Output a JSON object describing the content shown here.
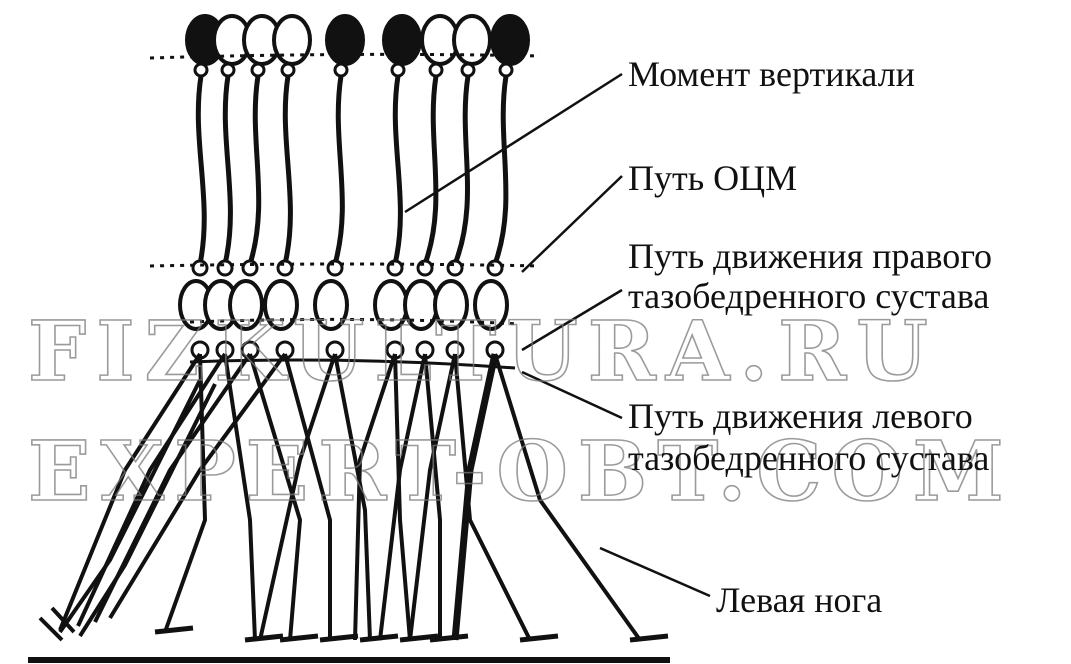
{
  "labels": {
    "vertical_moment": "Момент вертикали",
    "ocm_path": "Путь ОЦМ",
    "right_hip_line1": "Путь движения правого",
    "right_hip_line2": "тазобедренного сустава",
    "left_hip_line1": "Путь движения левого",
    "left_hip_line2": "тазобедренного сустава",
    "left_leg": "Левая нога"
  },
  "watermark": {
    "line1": "FIZKULTURA.RU",
    "line2": "EXPERT-OBT.COM"
  },
  "colors": {
    "ink": "#111111",
    "background": "#ffffff",
    "watermark": "#7a7a7a"
  }
}
